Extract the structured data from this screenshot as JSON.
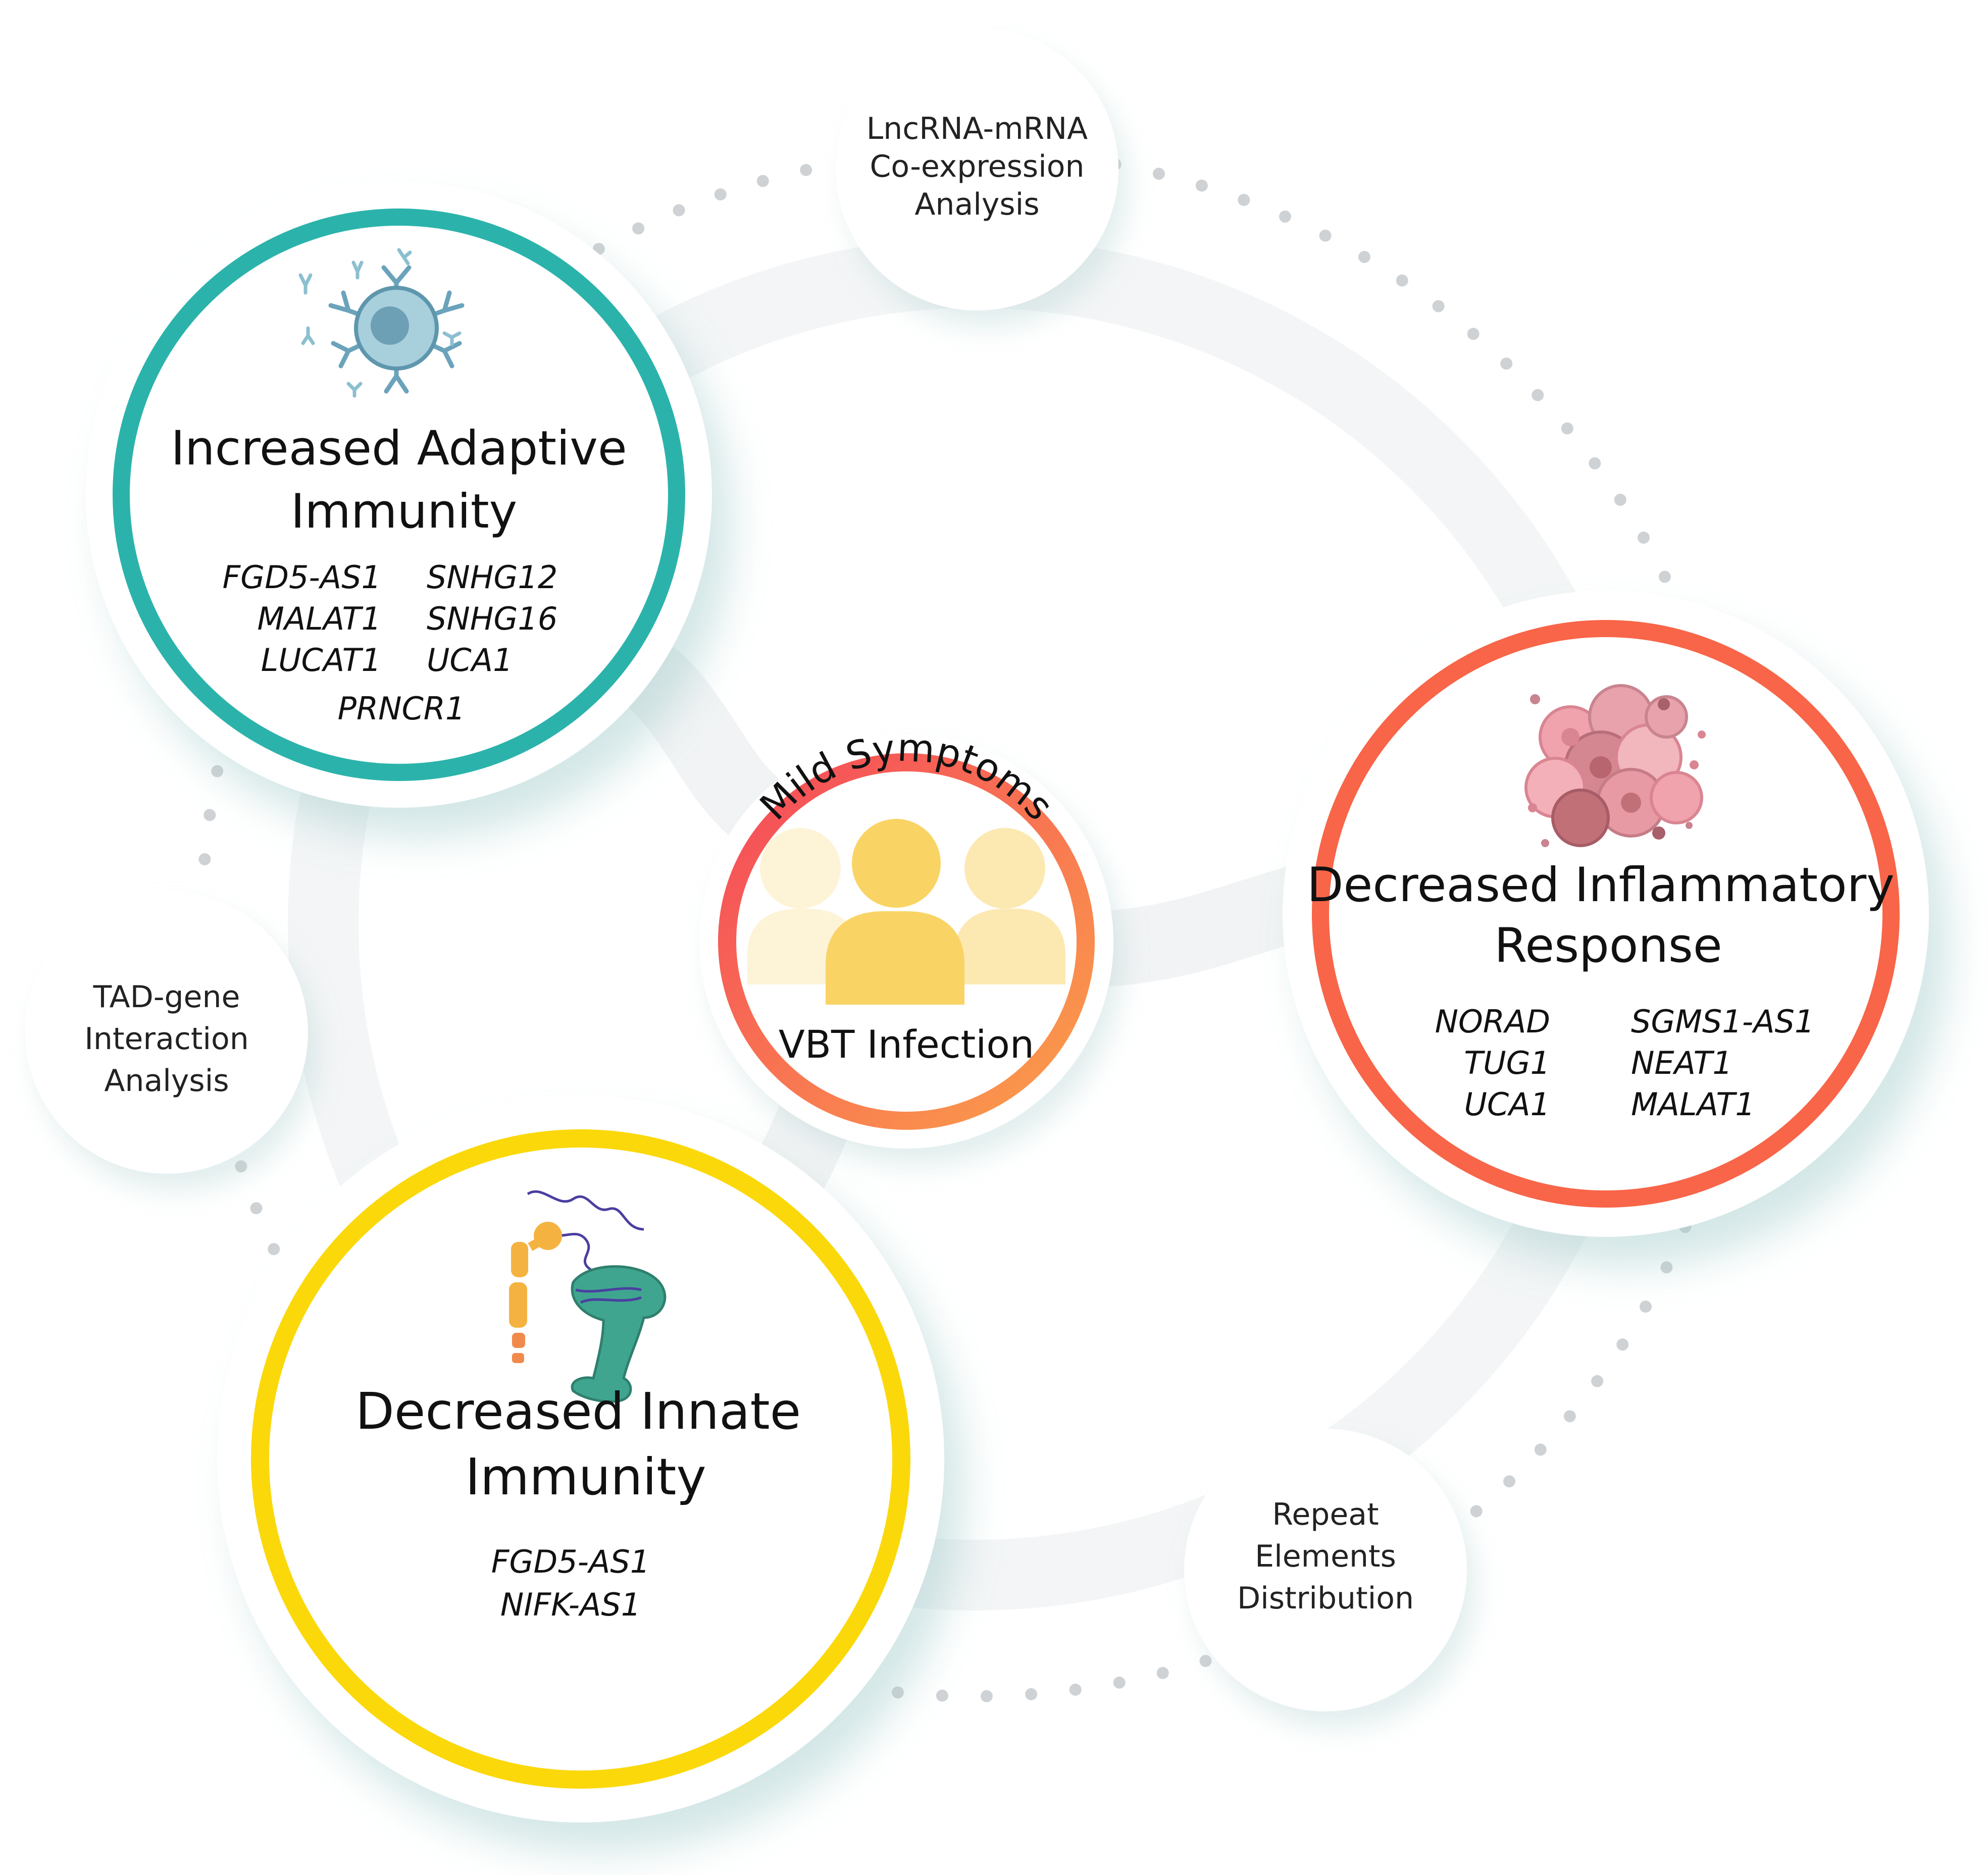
{
  "center": {
    "arc_title": "Mild Symptoms",
    "subtitle": "VBT Infection"
  },
  "nodes": {
    "adaptive": {
      "title_line1": "Increased Adaptive",
      "title_line2": "Immunity",
      "genes": [
        "FGD5-AS1",
        "MALAT1",
        "LUCAT1",
        "SNHG12",
        "SNHG16",
        "UCA1",
        "PRNCR1"
      ],
      "color": "#2bb3ab",
      "icon": "immune-cell-antibodies-icon"
    },
    "inflammatory": {
      "title_line1": "Decreased Inflammatory",
      "title_line2": "Response",
      "genes": [
        "NORAD",
        "TUG1",
        "UCA1",
        "SGMS1-AS1",
        "NEAT1",
        "MALAT1"
      ],
      "color": "#f86548",
      "icon": "inflamed-cells-cluster-icon"
    },
    "innate": {
      "title_line1": "Decreased Innate",
      "title_line2": "Immunity",
      "genes": [
        "FGD5-AS1",
        "NIFK-AS1"
      ],
      "color": "#fbd80a",
      "icon": "toll-like-receptor-icon"
    }
  },
  "analyses": {
    "coexpression": [
      "LncRNA-mRNA",
      "Co-expression",
      "Analysis"
    ],
    "tad": [
      "TAD-gene",
      "Interaction",
      "Analysis"
    ],
    "repeat": [
      "Repeat",
      "Elements",
      "Distribution"
    ]
  },
  "colors": {
    "center_ring_start": "#f5485a",
    "center_ring_end": "#fba04a",
    "people": "#f9d465",
    "dots": "#cfd2d4"
  }
}
